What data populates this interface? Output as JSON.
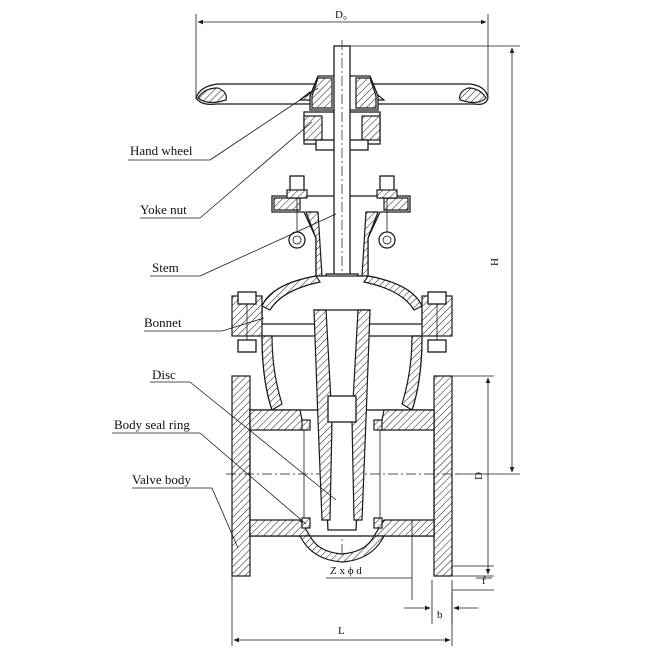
{
  "labels": {
    "hand_wheel": "Hand wheel",
    "yoke_nut": "Yoke nut",
    "stem": "Stem",
    "bonnet": "Bonnet",
    "disc": "Disc",
    "body_seal_ring": "Body seal  ring",
    "valve_body": "Valve body"
  },
  "dimensions": {
    "d0": "D₀",
    "h": "H",
    "d": "D",
    "f": "f",
    "b": "b",
    "l": "L",
    "bolts": "Z x ϕ d"
  }
}
